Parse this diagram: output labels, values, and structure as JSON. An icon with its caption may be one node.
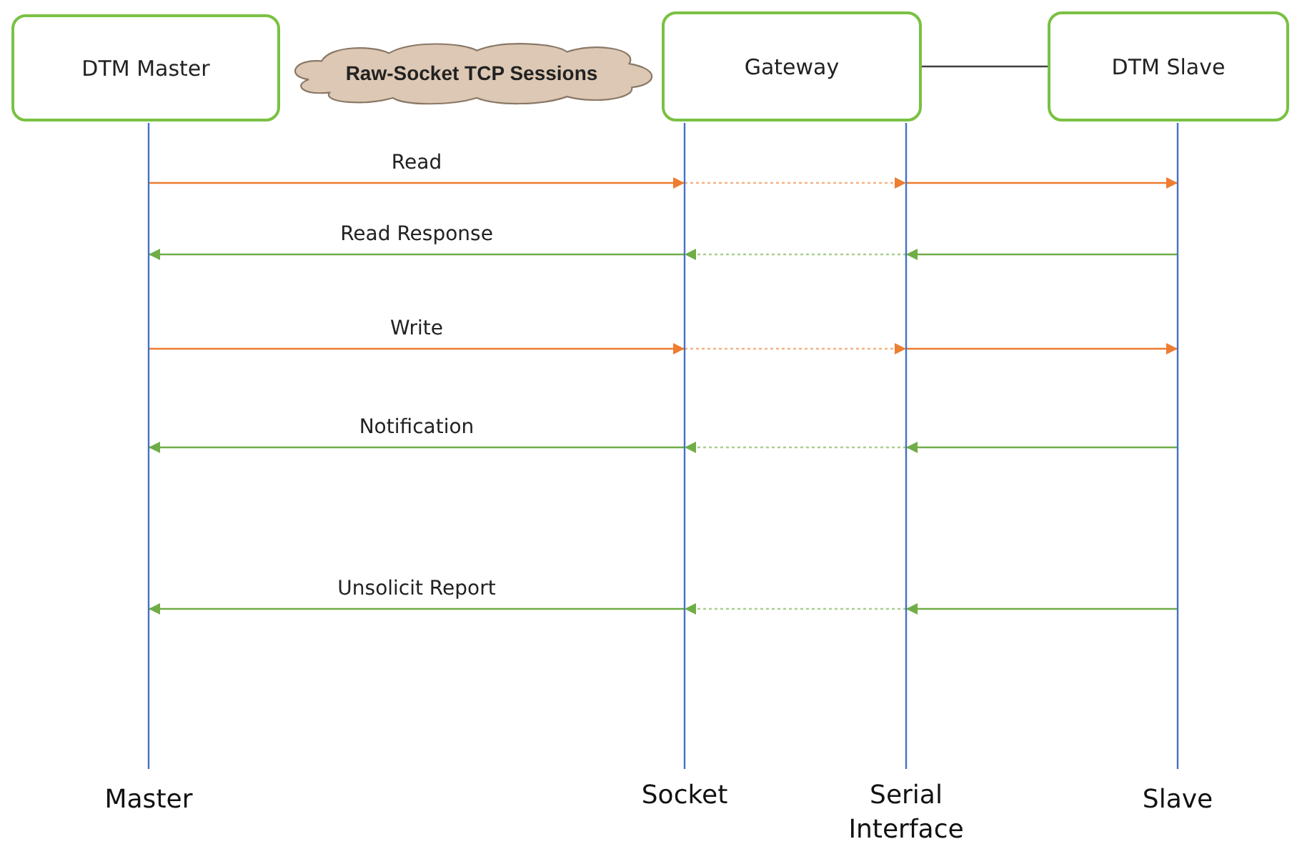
{
  "diagram": {
    "nodes": [
      {
        "text": [
          "DTM Master"
        ]
      },
      {
        "text": [
          "Raw-Socket TCP Sessions"
        ]
      },
      {
        "text": [
          "Gateway"
        ]
      },
      {
        "text": [
          "DTM Slave"
        ]
      },
      {
        "text": [
          "Master"
        ]
      },
      {
        "text": [
          "Socket"
        ]
      },
      {
        "text": [
          "Serial Interface"
        ]
      },
      {
        "text": [
          "Slave"
        ]
      }
    ],
    "edges": [
      {
        "from": 2,
        "to": 3,
        "arrow": "none",
        "color": "#404040"
      },
      {
        "from": 4,
        "to": 5,
        "arrow": "to",
        "label": "Read",
        "color": "#ed7d31"
      },
      {
        "from": 5,
        "to": 6,
        "arrow": "to",
        "style": "dashed",
        "color": "#ed7d31"
      },
      {
        "from": 6,
        "to": 7,
        "arrow": "to",
        "color": "#ed7d31"
      },
      {
        "from": 7,
        "to": 6,
        "arrow": "to"
      },
      {
        "from": 6,
        "to": 5,
        "arrow": "to",
        "style": "dashed"
      },
      {
        "from": 5,
        "to": 4,
        "arrow": "to",
        "label": "Read Response"
      },
      {
        "from": 4,
        "to": 5,
        "arrow": "to",
        "label": "Write",
        "color": "#ed7d31"
      },
      {
        "from": 5,
        "to": 6,
        "arrow": "to",
        "style": "dashed",
        "color": "#ed7d31"
      },
      {
        "from": 6,
        "to": 7,
        "arrow": "to",
        "color": "#ed7d31"
      },
      {
        "from": 7,
        "to": 6,
        "arrow": "to"
      },
      {
        "from": 6,
        "to": 5,
        "arrow": "to",
        "style": "dashed"
      },
      {
        "from": 5,
        "to": 4,
        "arrow": "to",
        "label": "Notification"
      },
      {
        "from": 7,
        "to": 6,
        "arrow": "to"
      },
      {
        "from": 6,
        "to": 5,
        "arrow": "to",
        "style": "dashed"
      },
      {
        "from": 5,
        "to": 4,
        "arrow": "to",
        "label": "Unsolicit Report"
      }
    ]
  }
}
